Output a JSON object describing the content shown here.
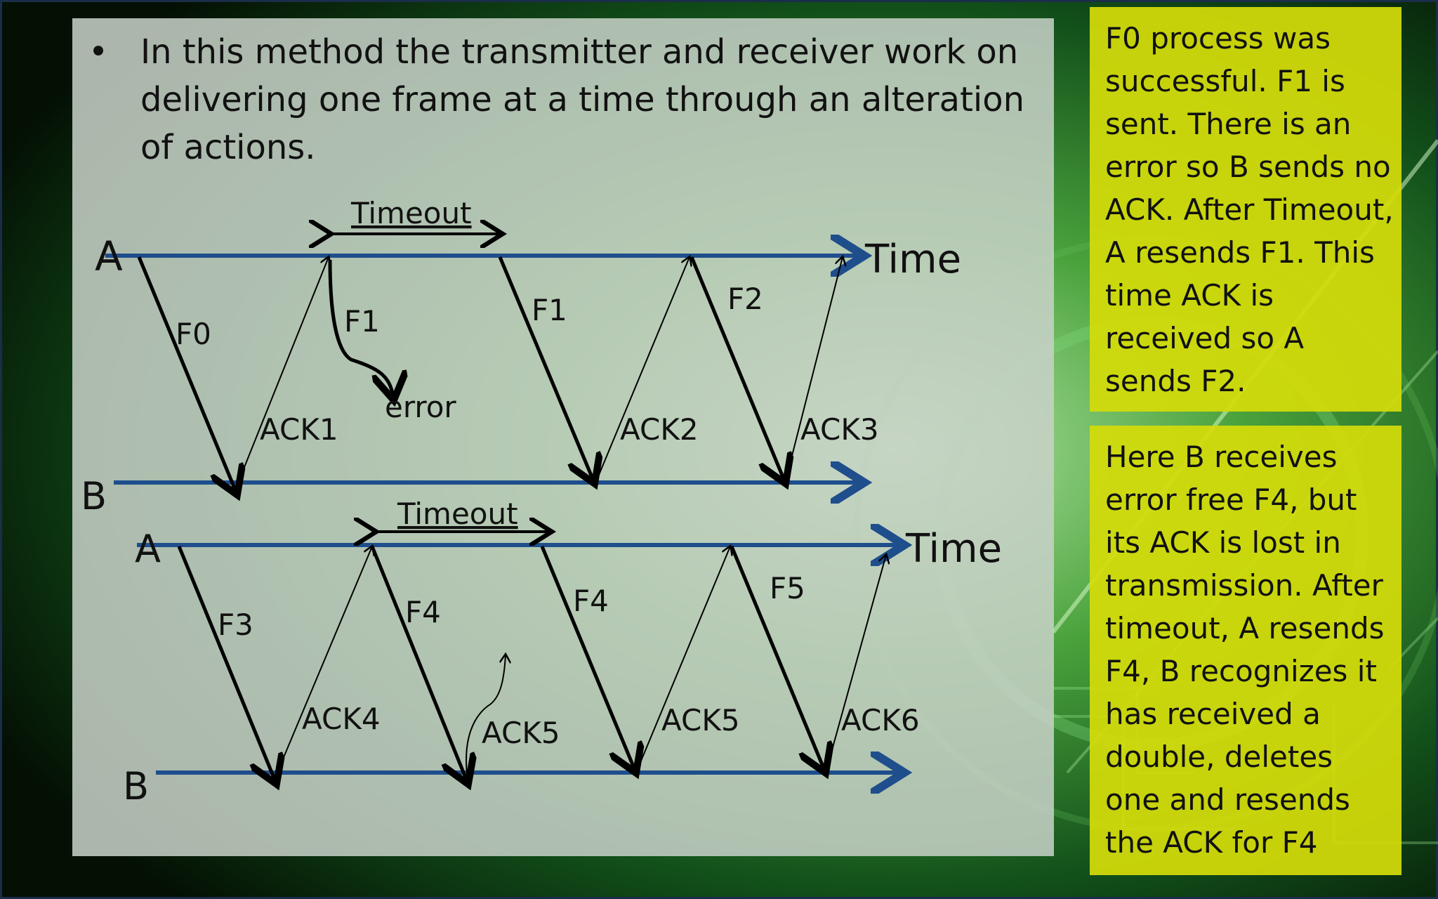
{
  "bullet": {
    "symbol": "•",
    "text": "In this method the transmitter and receiver work on delivering one frame at a time through an alteration of actions."
  },
  "diagram_top": {
    "node_a": "A",
    "node_b": "B",
    "time_label": "Time",
    "timeout_label": "Timeout",
    "frames": [
      "F0",
      "F1",
      "F1",
      "F2"
    ],
    "acks": [
      "ACK1",
      "ACK2",
      "ACK3"
    ],
    "error_label": "error"
  },
  "diagram_bottom": {
    "node_a": "A",
    "node_b": "B",
    "time_label": "Time",
    "timeout_label": "Timeout",
    "frames": [
      "F3",
      "F4",
      "F4",
      "F5"
    ],
    "acks": [
      "ACK4",
      "ACK5",
      "ACK5",
      "ACK6"
    ]
  },
  "notes": [
    "F0 process was successful. F1 is sent. There is an error so B sends no ACK. After Timeout, A resends F1. This time ACK is received so A sends F2.",
    "Here B receives error free F4, but its ACK is lost in transmission. After timeout, A resends F4, B recognizes it has received a double, deletes one and resends the ACK for F4"
  ],
  "colors": {
    "timeline": "#1f4e8c",
    "arrows": "#000000",
    "note_bg": "#d4dc0a",
    "panel_bg": "#c8d2c8"
  }
}
